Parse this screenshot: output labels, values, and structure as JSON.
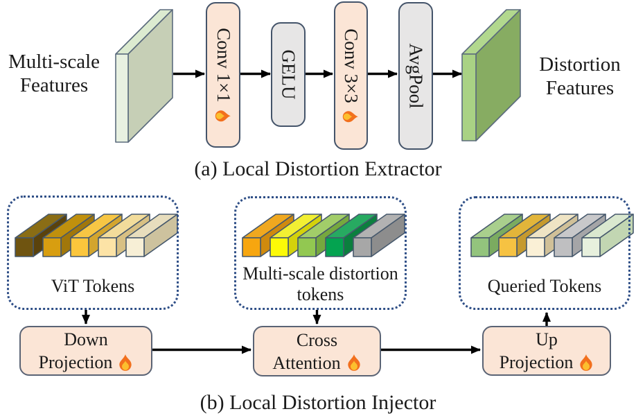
{
  "colors": {
    "peach_fill": "#fbe5d6",
    "gray_fill": "#e7e6e6",
    "box_border_dark": "#44546a",
    "box_border_light": "#5a6374",
    "dotted_border": "#2f4f87",
    "arrow": "#000000",
    "bar_stroke": "#46586c",
    "slab_stroke": "#5b6b7d",
    "flame_outer": "#f2701d",
    "flame_inner": "#fcbf2e"
  },
  "section_a": {
    "caption": "(a) Local Distortion Extractor",
    "input_label": [
      "Multi-scale",
      "Features"
    ],
    "output_label": [
      "Distortion",
      "Features"
    ],
    "boxes": [
      {
        "label": "Conv 1×1",
        "style": "peach",
        "trainable": true
      },
      {
        "label": "GELU",
        "style": "gray",
        "trainable": false
      },
      {
        "label": "Conv 3×3",
        "style": "peach",
        "trainable": true
      },
      {
        "label": "AvgPool",
        "style": "gray",
        "trainable": false
      }
    ],
    "input_slab": {
      "front": "#e8f1e1",
      "top": "#dcebd0",
      "side": "#c6cfb6"
    },
    "output_slab": {
      "front": "#a9d284",
      "top": "#b2d88e",
      "side": "#87ac62"
    }
  },
  "section_b": {
    "caption": "(b) Local Distortion Injector",
    "token_groups": [
      {
        "name": "vit-tokens",
        "label_lines": [
          "ViT Tokens"
        ],
        "bar_colors": [
          {
            "top": "#8a6d15",
            "front": "#6f5410",
            "side": "#5a420c"
          },
          {
            "top": "#c0900d",
            "front": "#d89e10",
            "side": "#a1770b"
          },
          {
            "top": "#f7c644",
            "front": "#fcc63c",
            "side": "#d3a52e"
          },
          {
            "top": "#f2dc9b",
            "front": "#fce3a6",
            "side": "#d8c083"
          },
          {
            "top": "#e7ddbd",
            "front": "#f7efd6",
            "side": "#cdc29e"
          }
        ]
      },
      {
        "name": "multiscale-distortion-tokens",
        "label_lines": [
          "Multi-scale distortion",
          "tokens"
        ],
        "bar_colors": [
          {
            "top": "#f0a81f",
            "front": "#f7a60f",
            "side": "#cf8a0e"
          },
          {
            "top": "#f2ef33",
            "front": "#fcfa07",
            "side": "#d4d20b"
          },
          {
            "top": "#a2cd69",
            "front": "#92c851",
            "side": "#76a83e"
          },
          {
            "top": "#27aa61",
            "front": "#04a350",
            "side": "#0b7f3e"
          },
          {
            "top": "#b2b2b2",
            "front": "#a7a7a7",
            "side": "#8d8d8d"
          }
        ]
      },
      {
        "name": "queried-tokens",
        "label_lines": [
          "Queried Tokens"
        ],
        "bar_colors": [
          {
            "top": "#a9cf8d",
            "front": "#93c47d",
            "side": "#7bab60"
          },
          {
            "top": "#e2b53a",
            "front": "#f6c242",
            "side": "#c69a2e"
          },
          {
            "top": "#efe4c4",
            "front": "#faf0d6",
            "side": "#d0c098"
          },
          {
            "top": "#c8c8ca",
            "front": "#bfbfc1",
            "side": "#a5a5a7"
          },
          {
            "top": "#dae8cf",
            "front": "#e7f0dd",
            "side": "#c2d6b2"
          }
        ]
      }
    ],
    "process_boxes": [
      {
        "line1": "Down",
        "line2": "Projection",
        "trainable": true
      },
      {
        "line1": "Cross",
        "line2": "Attention",
        "trainable": true
      },
      {
        "line1": "Up",
        "line2": "Projection",
        "trainable": true
      }
    ]
  }
}
